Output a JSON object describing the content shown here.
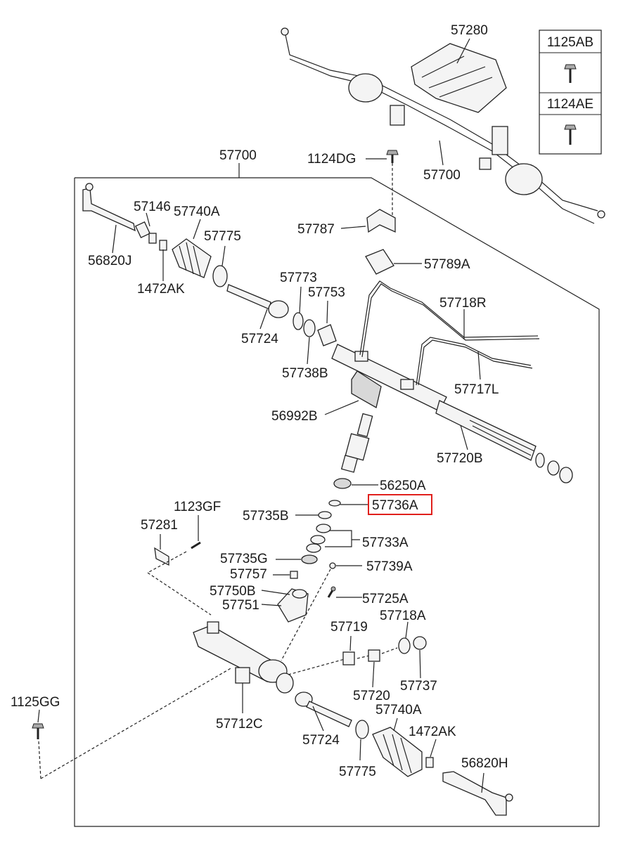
{
  "diagram": {
    "highlighted_label": "57736A",
    "highlight_color": "#e0201c",
    "legend": [
      "1125AB",
      "1124AE"
    ],
    "labels": {
      "l57280": "57280",
      "l57700top": "57700",
      "l1124DG": "1124DG",
      "l57700": "57700",
      "l57146": "57146",
      "l57740A_a": "57740A",
      "l57775_a": "57775",
      "l56820J": "56820J",
      "l1472AK_a": "1472AK",
      "l57787": "57787",
      "l57789A": "57789A",
      "l57773": "57773",
      "l57753": "57753",
      "l57718R": "57718R",
      "l57724_a": "57724",
      "l57738B": "57738B",
      "l57717L": "57717L",
      "l56992B": "56992B",
      "l57720B": "57720B",
      "l56250A": "56250A",
      "l57735B": "57735B",
      "l57736A": "57736A",
      "l1123GF": "1123GF",
      "l57281": "57281",
      "l57733A": "57733A",
      "l57735G": "57735G",
      "l57739A": "57739A",
      "l57757": "57757",
      "l57750B": "57750B",
      "l57725A": "57725A",
      "l57751": "57751",
      "l57718A": "57718A",
      "l57719": "57719",
      "l1125GG": "1125GG",
      "l57720": "57720",
      "l57737": "57737",
      "l57712C": "57712C",
      "l57740A_b": "57740A",
      "l1472AK_b": "1472AK",
      "l57724_b": "57724",
      "l56820H": "56820H",
      "l57775_b": "57775"
    }
  }
}
